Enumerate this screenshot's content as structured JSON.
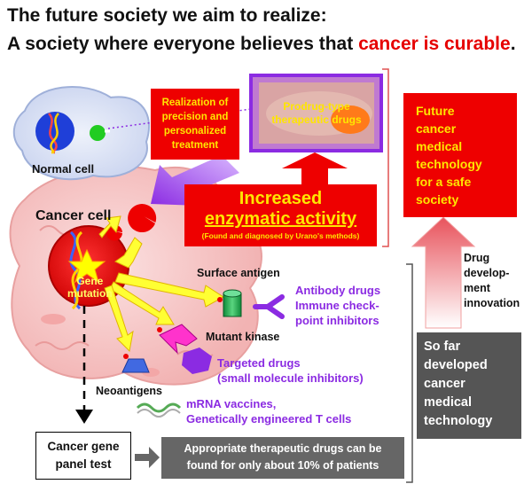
{
  "title": {
    "line1": "The future society we aim to realize:",
    "line2_pre": "A society where everyone believes that ",
    "line2_accent": "cancer is curable",
    "line2_post": "."
  },
  "normal_cell": {
    "label": "Normal cell"
  },
  "cancer_cell": {
    "label": "Cancer cell"
  },
  "gene_mutation": {
    "line1": "Gene",
    "line2": "mutation"
  },
  "precision_box": {
    "lines": [
      "Realization of",
      "precision and",
      "personalized",
      "treatment"
    ]
  },
  "prodrug_box": {
    "lines": [
      "Prodrug-type",
      "therapeutic drugs"
    ]
  },
  "enzymatic_box": {
    "line1": "Increased",
    "line2": "enzymatic activity",
    "note": "(Found and diagnosed by Urano's methods)"
  },
  "future_box": {
    "lines": [
      "Future",
      "cancer",
      "medical",
      "technology",
      "for a safe",
      "society"
    ]
  },
  "drug_dev": {
    "lines": [
      "Drug",
      "develop-",
      "ment",
      "innovation"
    ]
  },
  "surface_antigen": {
    "label": "Surface antigen"
  },
  "antibody_drugs": {
    "lines": [
      "Antibody drugs",
      "Immune check-",
      "point inhibitors"
    ]
  },
  "mutant_kinase": {
    "label": "Mutant kinase"
  },
  "targeted_drugs": {
    "lines": [
      "Targeted drugs",
      "(small molecule inhibitors)"
    ]
  },
  "neoantigens": {
    "label": "Neoantigens"
  },
  "mrna": {
    "lines": [
      "mRNA vaccines,",
      "Genetically engineered T cells"
    ]
  },
  "so_far_box": {
    "lines": [
      "So far",
      "developed",
      "cancer",
      "medical",
      "technology"
    ]
  },
  "panel_test": {
    "lines": [
      "Cancer gene",
      "panel test"
    ]
  },
  "appropriate_box": {
    "lines": [
      "Appropriate therapeutic drugs can be",
      "found for only about 10% of patients"
    ]
  },
  "colors": {
    "red": "#ee0000",
    "yellow_text": "#ffe600",
    "purple": "#8b2be2",
    "gray_box": "#555555",
    "cancer_pink": "#f7c6c6",
    "normal_blue": "#dfe6f7"
  }
}
